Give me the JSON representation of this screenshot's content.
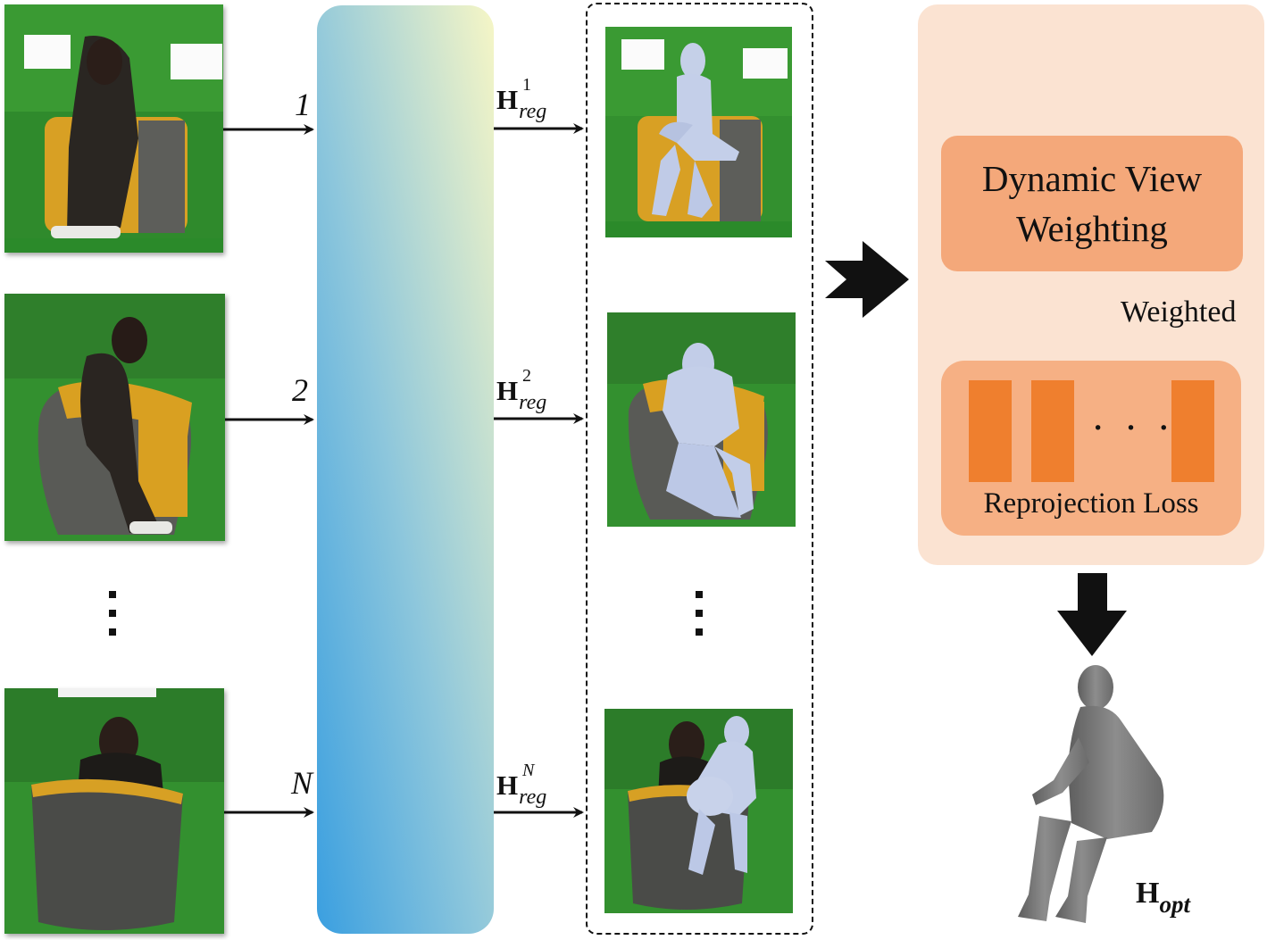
{
  "views": [
    {
      "label": "1",
      "output_sup": "1"
    },
    {
      "label": "2",
      "output_sup": "2"
    },
    {
      "label": "N",
      "output_sup": "N"
    }
  ],
  "output_symbol": "H",
  "output_subscript": "reg",
  "optimization": {
    "dynamic_view_weighting": "Dynamic View Weighting",
    "weighted_label": "Weighted",
    "loss_label": "Reprojection Loss",
    "loss_dots": "· · ·"
  },
  "result": {
    "symbol": "H",
    "subscript": "opt"
  },
  "colors": {
    "regressor_gradient": [
      "#3a9fe0",
      "#8cc6dc",
      "#f6f6c6"
    ],
    "panel": "#fbe3d2",
    "dvw_box": "#f4a87a",
    "loss_box": "#f6b084",
    "loss_bars": "#ef7f2e",
    "gray_arrow": "#7a7a7a"
  }
}
